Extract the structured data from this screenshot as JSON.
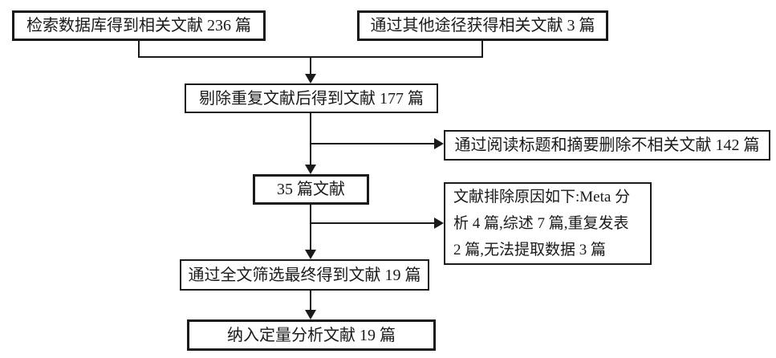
{
  "diagram": {
    "type": "flowchart",
    "background_color": "#ffffff",
    "line_color": "#1a1a1a",
    "text_color": "#1a1a1a",
    "nodes": {
      "db_search": {
        "label": "检索数据库得到相关文献 236 篇"
      },
      "other_sources": {
        "label": "通过其他途径获得相关文献 3 篇"
      },
      "dedup_177": {
        "label": "剔除重复文献后得到文献 177 篇"
      },
      "excluded_title_abstract_142": {
        "label": "通过阅读标题和摘要删除不相关文献 142 篇"
      },
      "articles_35": {
        "label": "35 篇文献"
      },
      "exclusion_reasons": {
        "lines": [
          "文献排除原因如下:Meta 分",
          "析 4 篇,综述 7 篇,重复发表",
          "2 篇,无法提取数据 3 篇"
        ]
      },
      "fulltext_19": {
        "label": "通过全文筛选最终得到文献 19 篇"
      },
      "quantitative_19": {
        "label": "纳入定量分析文献 19 篇"
      }
    }
  }
}
